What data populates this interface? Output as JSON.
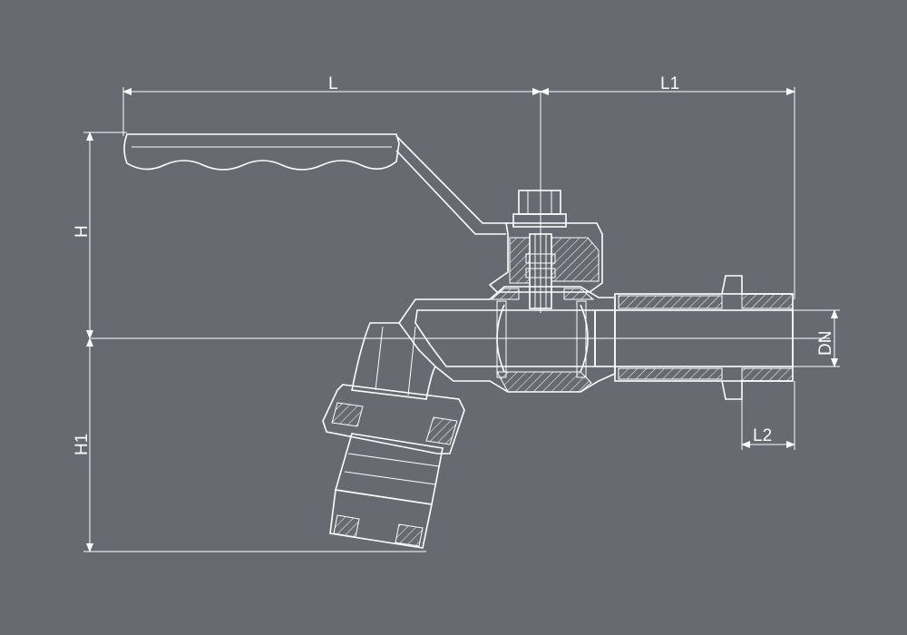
{
  "colors": {
    "background": "#676a70",
    "line": "#ffffff"
  },
  "dimensions": {
    "L": "L",
    "L1": "L1",
    "L2": "L2",
    "H": "H",
    "H1": "H1",
    "DN": "DN"
  }
}
